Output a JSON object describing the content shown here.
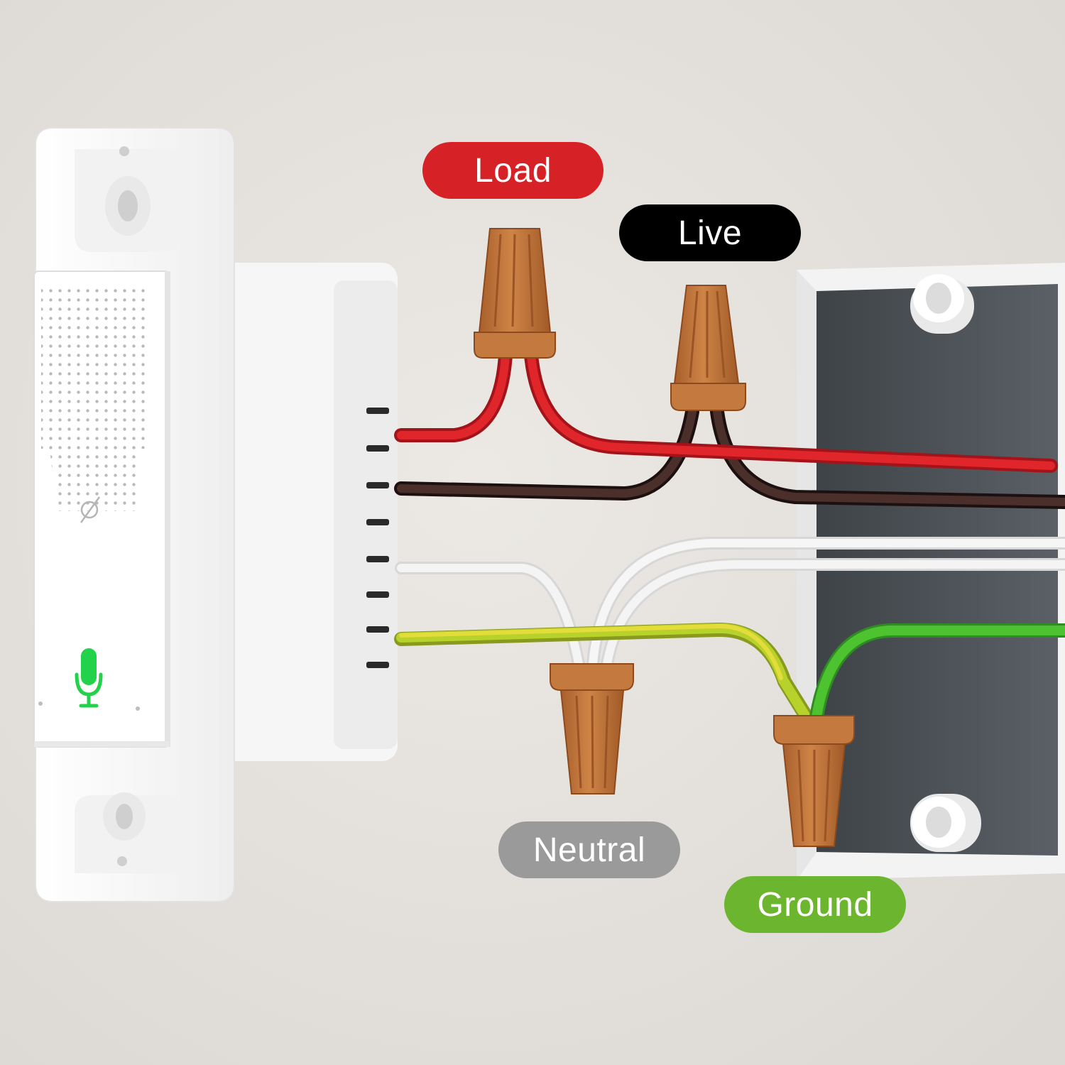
{
  "labels": {
    "load": "Load",
    "live": "Live",
    "neutral": "Neutral",
    "ground": "Ground"
  },
  "colors": {
    "load": "#d62127",
    "live": "#000000",
    "neutral": "#9a9a9a",
    "ground": "#6cb52e",
    "wire_red": "#d81d22",
    "wire_brown": "#3b2420",
    "wire_white": "#f2f2f2",
    "wire_yellow": "#d9d82a",
    "wire_green": "#4cb52d",
    "wire_nut": "#c0743a",
    "mic": "#22d24a",
    "box_interior": "#4f5459"
  },
  "icons": {
    "switch_indicator": "microphone-icon",
    "switch_logo": "slashed-circle-logo-icon"
  }
}
